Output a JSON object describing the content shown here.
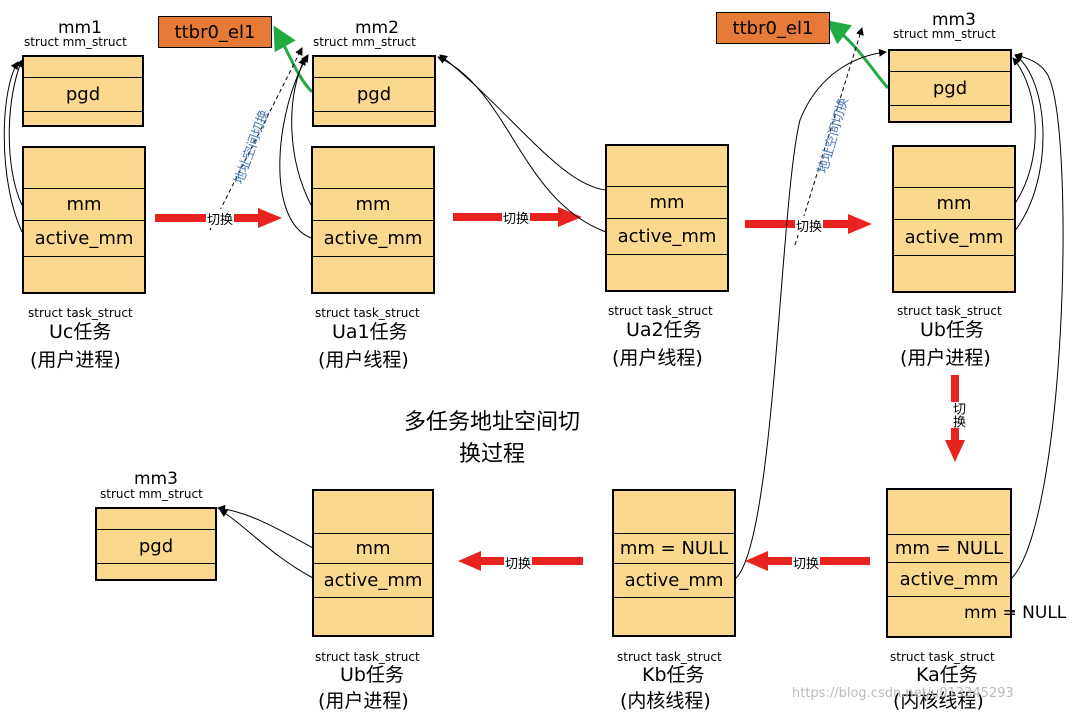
{
  "title_lines": [
    "多任务地址空间切",
    "换过程"
  ],
  "register": "ttbr0_el1",
  "switch_label": "切换",
  "addr_switch_label": "地址空间切换",
  "watermark": "https://blog.csdn.net/u013345293",
  "mm_structs": {
    "mm1": {
      "name": "mm1",
      "type": "struct mm_struct",
      "field": "pgd"
    },
    "mm2": {
      "name": "mm2",
      "type": "struct mm_struct",
      "field": "pgd"
    },
    "mm3_top": {
      "name": "mm3",
      "type": "struct mm_struct",
      "field": "pgd"
    },
    "mm3_bottom": {
      "name": "mm3",
      "type": "struct mm_struct",
      "field": "pgd"
    }
  },
  "tasks": {
    "uc": {
      "type": "struct task_struct",
      "name": "Uc任务",
      "kind": "(用户进程)",
      "mm": "mm",
      "active_mm": "active_mm"
    },
    "ua1": {
      "type": "struct task_struct",
      "name": "Ua1任务",
      "kind": "(用户线程)",
      "mm": "mm",
      "active_mm": "active_mm"
    },
    "ua2": {
      "type": "struct task_struct",
      "name": "Ua2任务",
      "kind": "(用户线程)",
      "mm": "mm",
      "active_mm": "active_mm"
    },
    "ub_top": {
      "type": "struct task_struct",
      "name": "Ub任务",
      "kind": "(用户进程)",
      "mm": "mm",
      "active_mm": "active_mm"
    },
    "ka": {
      "type": "struct task_struct",
      "name": "Ka任务",
      "kind": "(内核线程)",
      "mm": "mm = NULL",
      "active_mm": "active_mm",
      "side_note": "mm = NULL"
    },
    "kb": {
      "type": "struct task_struct",
      "name": "Kb任务",
      "kind": "(内核线程)",
      "mm": "mm = NULL",
      "active_mm": "active_mm"
    },
    "ub_bottom": {
      "type": "struct task_struct",
      "name": "Ub任务",
      "kind": "(用户进程)",
      "mm": "mm",
      "active_mm": "active_mm"
    }
  }
}
